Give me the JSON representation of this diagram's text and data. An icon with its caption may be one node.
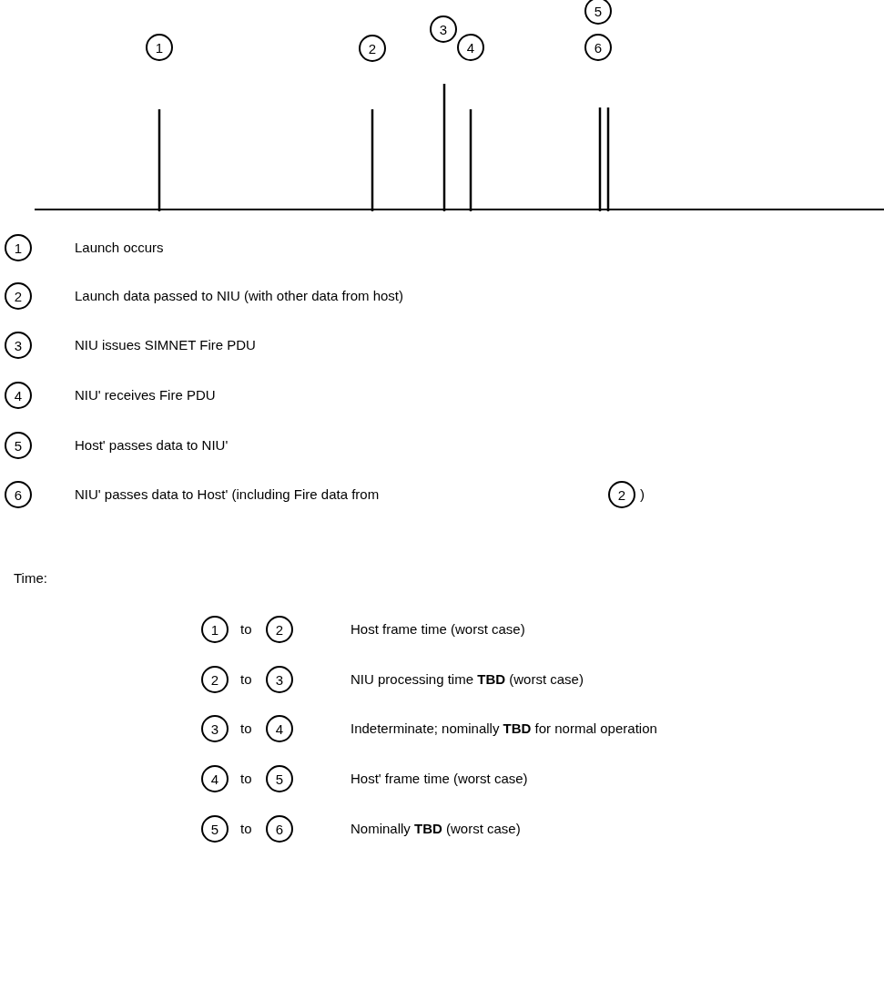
{
  "diagram": {
    "nodes": [
      {
        "text": [
          "1"
        ]
      },
      {
        "text": [
          "2"
        ]
      },
      {
        "text": [
          "3"
        ]
      },
      {
        "text": [
          "4"
        ]
      },
      {
        "text": [
          "5"
        ]
      },
      {
        "text": [
          "6"
        ]
      },
      {
        "text": [
          "1"
        ],
        "beside": [
          "Launch occurs"
        ]
      },
      {
        "text": [
          "2"
        ],
        "beside": [
          "Launch data passed to NIU (with other data from host)"
        ]
      },
      {
        "text": [
          "3"
        ],
        "beside": [
          "NIU issues SIMNET Fire PDU"
        ]
      },
      {
        "text": [
          "4"
        ],
        "beside": [
          "NIU' receives Fire PDU"
        ]
      },
      {
        "text": [
          "5"
        ],
        "beside": [
          "Host' passes data to NIU'"
        ]
      },
      {
        "text": [
          "6"
        ],
        "beside": [
          "NIU' passes data to Host'  (including Fire data from"
        ]
      },
      {
        "text": [
          "2"
        ],
        "beside": [
          ")"
        ]
      },
      {
        "text": [
          "1"
        ],
        "beside": [
          "to"
        ]
      },
      {
        "text": [
          "2"
        ]
      },
      {
        "text": [
          "2"
        ],
        "beside": [
          "to"
        ]
      },
      {
        "text": [
          "3"
        ]
      },
      {
        "text": [
          "3"
        ],
        "beside": [
          "to"
        ]
      },
      {
        "text": [
          "4"
        ]
      },
      {
        "text": [
          "4"
        ],
        "beside": [
          "to"
        ]
      },
      {
        "text": [
          "5"
        ]
      },
      {
        "text": [
          "5"
        ],
        "beside": [
          "to"
        ]
      },
      {
        "text": [
          "6"
        ]
      }
    ],
    "labels": [
      "Time:",
      "Host frame time (worst case)",
      "NIU processing time  **TBD** (worst case)",
      "Indeterminate;  nominally   **TBD** for normal operation",
      "Host' frame time  (worst case)",
      "Nominally  **TBD**  (worst case)"
    ]
  }
}
